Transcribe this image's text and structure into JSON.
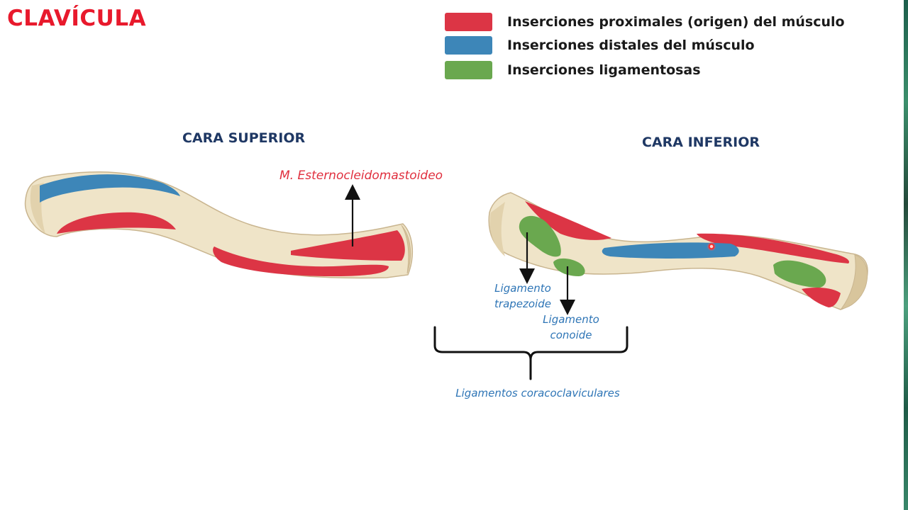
{
  "title": "CLAVÍCULA",
  "colors": {
    "title": "#e8192c",
    "proximal": "#dc3545",
    "distal": "#3d86b8",
    "ligament": "#6aa84f",
    "bone": "#efe4c8",
    "heading": "#1f3864"
  },
  "legend": [
    {
      "label": "Inserciones proximales (origen) del músculo",
      "color": "#dc3545"
    },
    {
      "label": "Inserciones distales del músculo",
      "color": "#3d86b8"
    },
    {
      "label": "Inserciones ligamentosas",
      "color": "#6aa84f"
    }
  ],
  "views": {
    "superior": {
      "heading": "CARA SUPERIOR",
      "annotation": "M. Esternocleidomastoideo"
    },
    "inferior": {
      "heading": "CARA INFERIOR",
      "trapezoid": [
        "Ligamento",
        "trapezoide"
      ],
      "conoid": [
        "Ligamento",
        "conoide"
      ],
      "group_label": "Ligamentos coracoclaviculares"
    }
  }
}
